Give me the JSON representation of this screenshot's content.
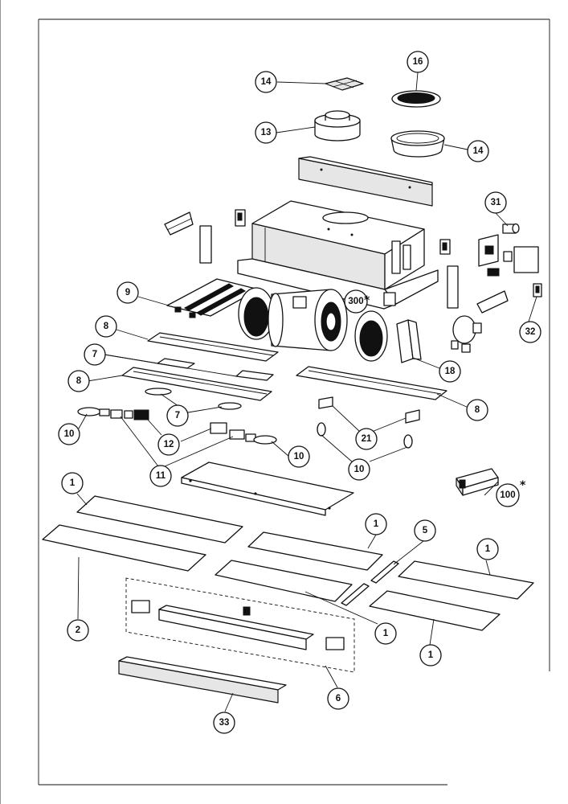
{
  "callouts": [
    {
      "label": "14"
    },
    {
      "label": "16"
    },
    {
      "label": "13"
    },
    {
      "label": "14"
    },
    {
      "label": "31"
    },
    {
      "label": "9"
    },
    {
      "label": "300"
    },
    {
      "label": "32"
    },
    {
      "label": "8"
    },
    {
      "label": "7"
    },
    {
      "label": "8"
    },
    {
      "label": "18"
    },
    {
      "label": "7"
    },
    {
      "label": "8"
    },
    {
      "label": "10"
    },
    {
      "label": "12"
    },
    {
      "label": "21"
    },
    {
      "label": "10"
    },
    {
      "label": "10"
    },
    {
      "label": "11"
    },
    {
      "label": "100"
    },
    {
      "label": "1"
    },
    {
      "label": "1"
    },
    {
      "label": "5"
    },
    {
      "label": "1"
    },
    {
      "label": "2"
    },
    {
      "label": "1"
    },
    {
      "label": "1"
    },
    {
      "label": "6"
    },
    {
      "label": "33"
    }
  ],
  "markers": [
    {
      "symbol": "*"
    },
    {
      "symbol": "*"
    }
  ]
}
